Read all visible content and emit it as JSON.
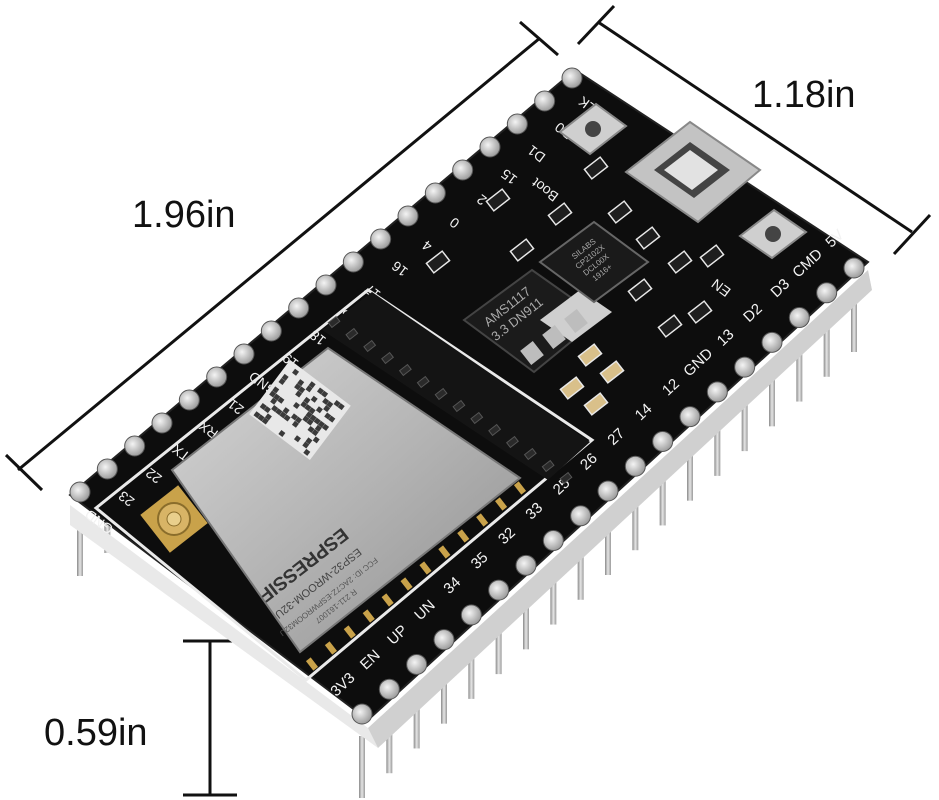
{
  "dimensions": {
    "length": "1.96in",
    "width": "1.18in",
    "height": "0.59in"
  },
  "module": {
    "brand": "ESPRESSIF",
    "model": "ESP32-WROOM-32U",
    "cert_line_1": "FCC ID: 2AC7Z-ESPWROOM32U",
    "cert_line_2": "R 211-161007"
  },
  "usb_chip": {
    "line_1": "SILABS",
    "line_2": "CP2102X",
    "line_3": "DCL00X",
    "line_4": "1916+"
  },
  "regulator": {
    "line_1": "AMS1117",
    "line_2": "3.3 DN911"
  },
  "labels": {
    "boot": "Boot",
    "en": "EN"
  },
  "pins_top_row": [
    "GND",
    "23",
    "22",
    "TX",
    "RX",
    "21",
    "GND",
    "19",
    "18",
    "5",
    "17",
    "16",
    "4",
    "0",
    "2",
    "15",
    "D1",
    "D0",
    "CLK"
  ],
  "pins_bottom_row": [
    "3V3",
    "EN",
    "UP",
    "UN",
    "34",
    "35",
    "32",
    "33",
    "25",
    "26",
    "27",
    "14",
    "12",
    "GND",
    "13",
    "D2",
    "D3",
    "CMD",
    "5V"
  ],
  "colors": {
    "pcb": "#0d0d0d",
    "shield": "#b9b9b9",
    "silkscreen": "#f2f2f2",
    "gold": "#c9a24a"
  }
}
